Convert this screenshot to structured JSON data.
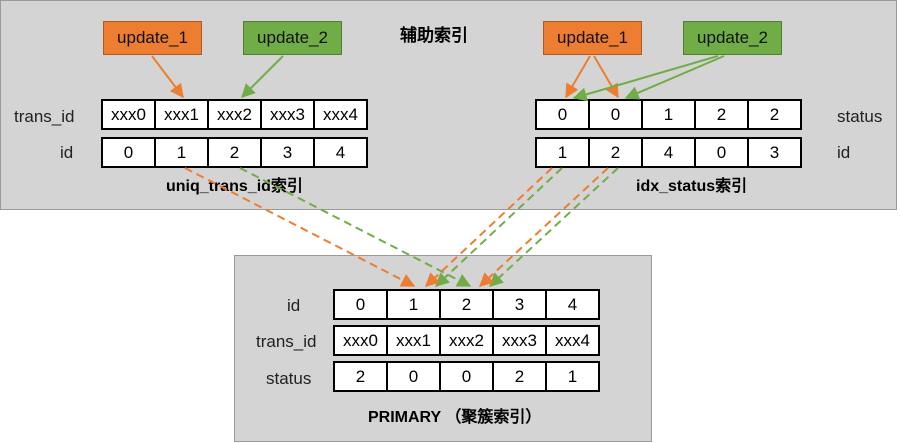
{
  "title": "辅助索引",
  "update_tags": {
    "left": [
      {
        "label": "update_1",
        "color": "#ed7d31"
      },
      {
        "label": "update_2",
        "color": "#70ad47"
      }
    ],
    "right": [
      {
        "label": "update_1",
        "color": "#ed7d31"
      },
      {
        "label": "update_2",
        "color": "#70ad47"
      }
    ]
  },
  "uniq_index": {
    "caption": "uniq_trans_id索引",
    "row_labels": [
      "trans_id",
      "id"
    ],
    "trans_id": [
      "xxx0",
      "xxx1",
      "xxx2",
      "xxx3",
      "xxx4"
    ],
    "id": [
      "0",
      "1",
      "2",
      "3",
      "4"
    ]
  },
  "status_index": {
    "caption": "idx_status索引",
    "row_labels": [
      "status",
      "id"
    ],
    "status": [
      "0",
      "0",
      "1",
      "2",
      "2"
    ],
    "id": [
      "1",
      "2",
      "4",
      "0",
      "3"
    ]
  },
  "primary": {
    "caption": "PRIMARY （聚簇索引）",
    "row_labels": [
      "id",
      "trans_id",
      "status"
    ],
    "id": [
      "0",
      "1",
      "2",
      "3",
      "4"
    ],
    "trans_id": [
      "xxx0",
      "xxx1",
      "xxx2",
      "xxx3",
      "xxx4"
    ],
    "status": [
      "2",
      "0",
      "0",
      "2",
      "1"
    ]
  },
  "colors": {
    "orange": "#ed7d31",
    "green": "#70ad47",
    "panel": "#d4d4d4"
  }
}
